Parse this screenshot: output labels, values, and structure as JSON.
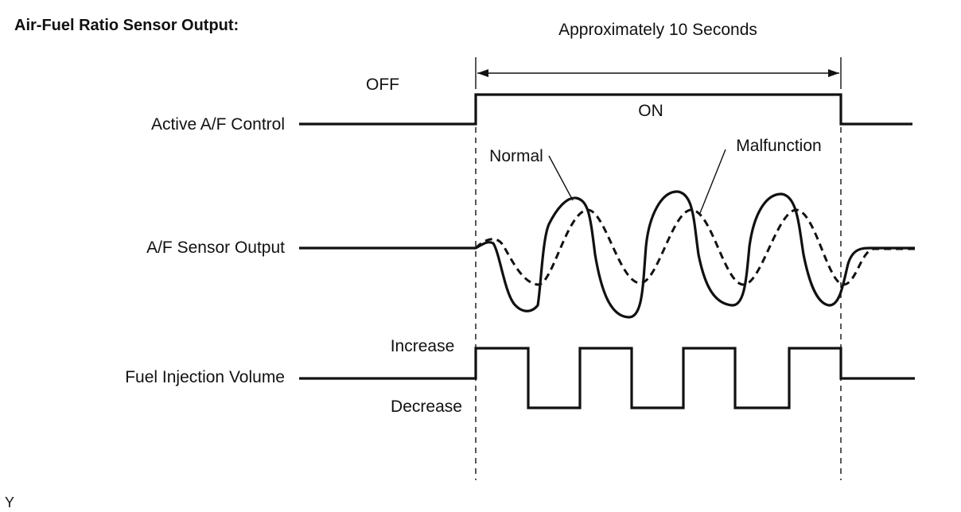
{
  "title": "Air-Fuel Ratio Sensor Output:",
  "duration_label": "Approximately 10 Seconds",
  "signals": {
    "active_af_control": {
      "label": "Active A/F Control",
      "state_before": "OFF",
      "state_during": "ON"
    },
    "af_sensor_output": {
      "label": "A/F Sensor Output",
      "normal_label": "Normal",
      "malfunction_label": "Malfunction"
    },
    "fuel_injection_volume": {
      "label": "Fuel Injection Volume",
      "high_label": "Increase",
      "low_label": "Decrease"
    }
  },
  "footer_mark": "Y"
}
